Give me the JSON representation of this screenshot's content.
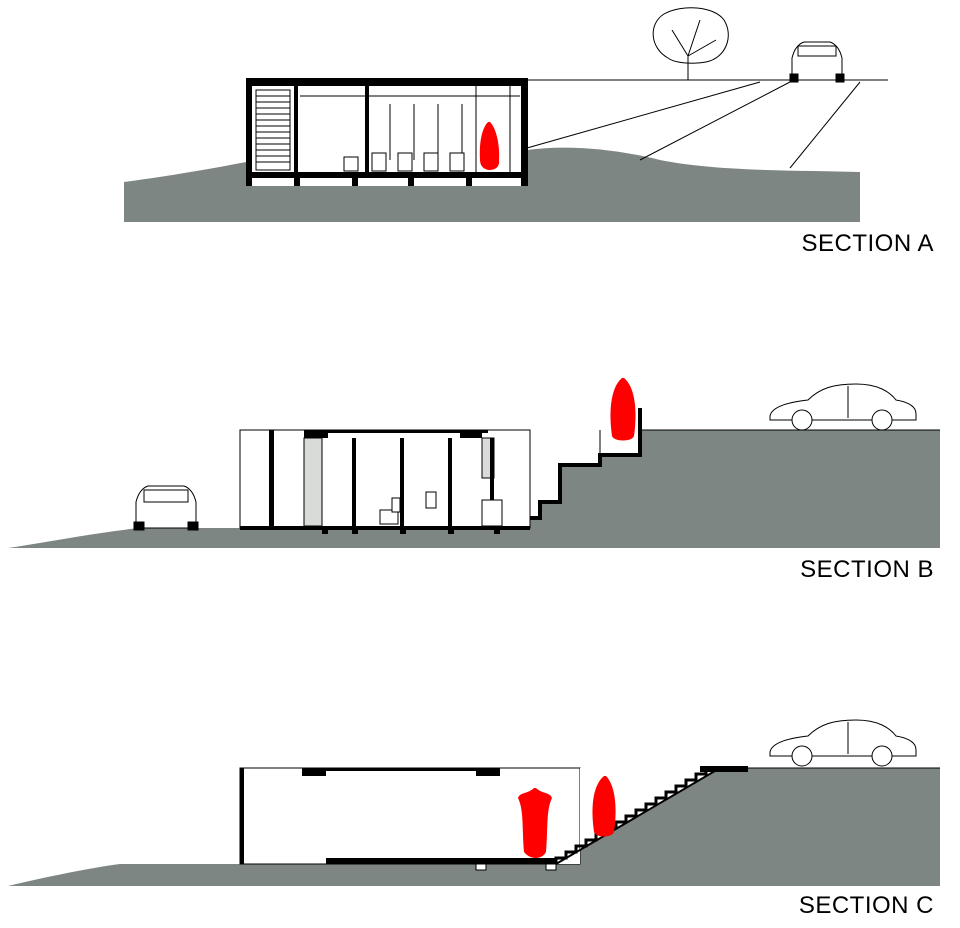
{
  "colors": {
    "ground": "#7d8682",
    "wall": "#000000",
    "figure": "#ff0000",
    "speckle_fill": "#ffffff"
  },
  "sections": [
    {
      "label": "SECTION A"
    },
    {
      "label": "SECTION B"
    },
    {
      "label": "SECTION C"
    }
  ]
}
